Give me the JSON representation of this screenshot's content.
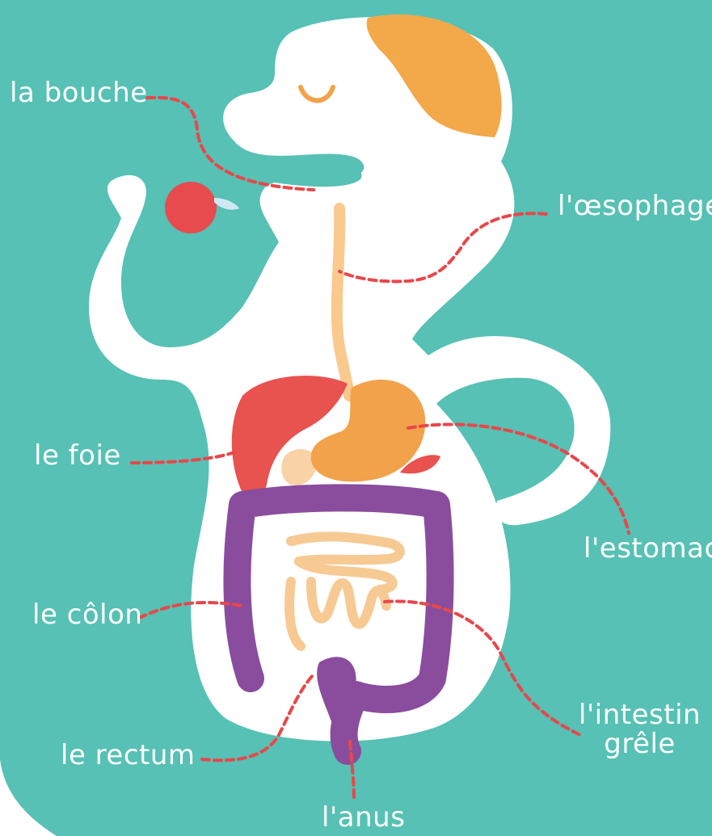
{
  "colors": {
    "background": "#56c1b4",
    "body": "#ffffff",
    "hair": "#f3a84a",
    "esophagus": "#f9c98d",
    "stomach": "#f2a24a",
    "liver": "#e8524f",
    "colon": "#8a4d9d",
    "small_intestine": "#f7c993",
    "leader_line": "#e8474a",
    "apple": "#e84b4e"
  },
  "labels": {
    "bouche": "la bouche",
    "oesophage": "l'œsophage",
    "foie": "le foie",
    "estomac": "l'estomac",
    "colon": "le côlon",
    "intestin": [
      "l'intestin",
      "grêle"
    ],
    "rectum": "le rectum",
    "anus": "l'anus"
  }
}
